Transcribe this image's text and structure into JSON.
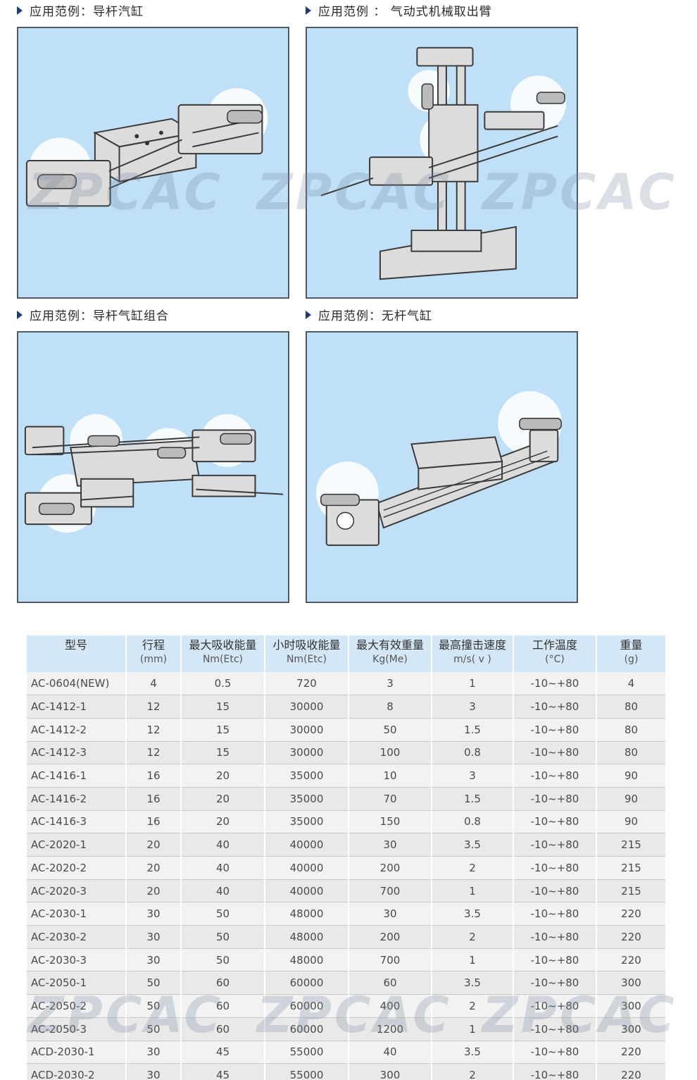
{
  "sections": [
    {
      "title": "应用范例：导杆汽缸"
    },
    {
      "title": "应用范例 ： 气动式机械取出臂"
    },
    {
      "title": "应用范例：导杆气缸组合"
    },
    {
      "title": "应用范例：无杆气缸"
    }
  ],
  "watermark": "ZPCAC",
  "colors": {
    "panel_bg": "#bfe0f6",
    "panel_border": "#505a64",
    "header_bg": "#d4e7f7",
    "accent": "#1e3c7a"
  },
  "table": {
    "headers": [
      {
        "line1": "型号",
        "line2": ""
      },
      {
        "line1": "行程",
        "line2": "(mm)"
      },
      {
        "line1": "最大吸收能量",
        "line2": "Nm(Etc)"
      },
      {
        "line1": "小时吸收能量",
        "line2": "Nm(Etc)"
      },
      {
        "line1": "最大有效重量",
        "line2": "Kg(Me)"
      },
      {
        "line1": "最高撞击速度",
        "line2": "m/s( v )"
      },
      {
        "line1": "工作温度",
        "line2": "(°C)"
      },
      {
        "line1": "重量",
        "line2": "(g)"
      }
    ],
    "rows": [
      [
        "AC-0604(NEW)",
        "4",
        "0.5",
        "720",
        "3",
        "1",
        "-10~+80",
        "4"
      ],
      [
        "AC-1412-1",
        "12",
        "15",
        "30000",
        "8",
        "3",
        "-10~+80",
        "80"
      ],
      [
        "AC-1412-2",
        "12",
        "15",
        "30000",
        "50",
        "1.5",
        "-10~+80",
        "80"
      ],
      [
        "AC-1412-3",
        "12",
        "15",
        "30000",
        "100",
        "0.8",
        "-10~+80",
        "80"
      ],
      [
        "AC-1416-1",
        "16",
        "20",
        "35000",
        "10",
        "3",
        "-10~+80",
        "90"
      ],
      [
        "AC-1416-2",
        "16",
        "20",
        "35000",
        "70",
        "1.5",
        "-10~+80",
        "90"
      ],
      [
        "AC-1416-3",
        "16",
        "20",
        "35000",
        "150",
        "0.8",
        "-10~+80",
        "90"
      ],
      [
        "AC-2020-1",
        "20",
        "40",
        "40000",
        "30",
        "3.5",
        "-10~+80",
        "215"
      ],
      [
        "AC-2020-2",
        "20",
        "40",
        "40000",
        "200",
        "2",
        "-10~+80",
        "215"
      ],
      [
        "AC-2020-3",
        "20",
        "40",
        "40000",
        "700",
        "1",
        "-10~+80",
        "215"
      ],
      [
        "AC-2030-1",
        "30",
        "50",
        "48000",
        "30",
        "3.5",
        "-10~+80",
        "220"
      ],
      [
        "AC-2030-2",
        "30",
        "50",
        "48000",
        "200",
        "2",
        "-10~+80",
        "220"
      ],
      [
        "AC-2030-3",
        "30",
        "50",
        "48000",
        "700",
        "1",
        "-10~+80",
        "220"
      ],
      [
        "AC-2050-1",
        "50",
        "60",
        "60000",
        "60",
        "3.5",
        "-10~+80",
        "300"
      ],
      [
        "AC-2050-2",
        "50",
        "60",
        "60000",
        "400",
        "2",
        "-10~+80",
        "300"
      ],
      [
        "AC-2050-3",
        "50",
        "60",
        "60000",
        "1200",
        "1",
        "-10~+80",
        "300"
      ],
      [
        "ACD-2030-1",
        "30",
        "45",
        "55000",
        "40",
        "3.5",
        "-10~+80",
        "220"
      ],
      [
        "ACD-2030-2",
        "30",
        "45",
        "55000",
        "300",
        "2",
        "-10~+80",
        "220"
      ]
    ]
  }
}
